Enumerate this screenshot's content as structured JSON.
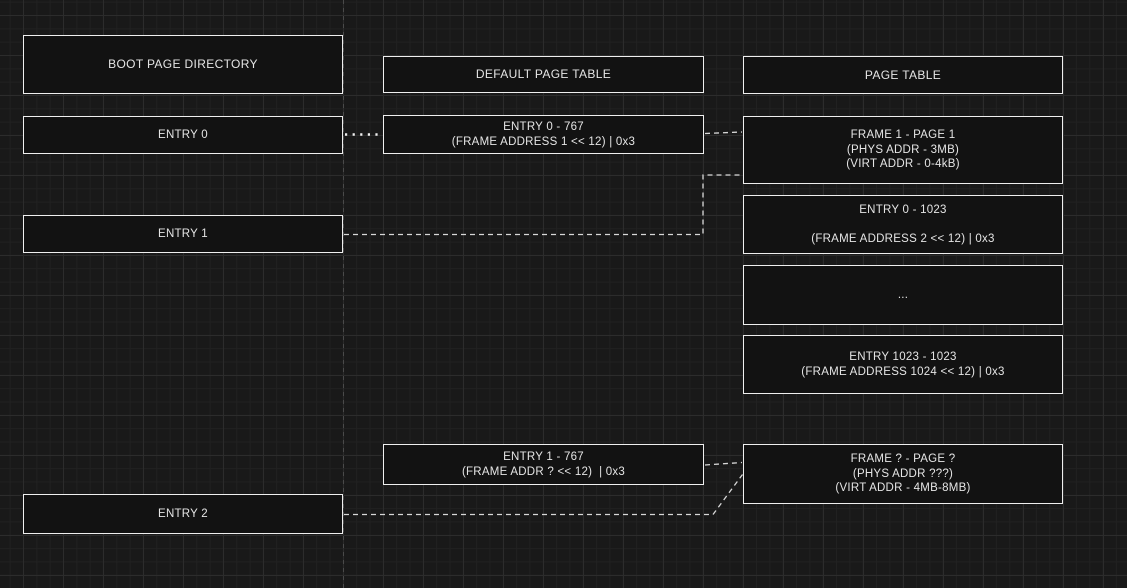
{
  "palette": {
    "background": "#191919",
    "grid_major": "#2c2c2c",
    "grid_minor": "#212121",
    "node_fill": "#121212",
    "node_border": "#efefef",
    "text": "#e5e5e5",
    "connector": "#d8d8d8",
    "guide_line": "#4a4a4a"
  },
  "nodes": {
    "boot_header": {
      "label": "BOOT PAGE DIRECTORY"
    },
    "entry0": {
      "label": "ENTRY 0"
    },
    "entry1": {
      "label": "ENTRY 1"
    },
    "entry2": {
      "label": "ENTRY 2"
    },
    "default_header": {
      "label": "DEFAULT PAGE TABLE"
    },
    "pt_entry0_767": {
      "label": "ENTRY 0 - 767\n(FRAME ADDRESS 1 << 12) | 0x3"
    },
    "pt_entry1_767": {
      "label": "ENTRY 1 - 767\n(FRAME ADDR ? << 12)  | 0x3"
    },
    "pagetable_header": {
      "label": "PAGE TABLE"
    },
    "frame1": {
      "label": "FRAME 1 - PAGE 1\n(PHYS ADDR - 3MB)\n(VIRT ADDR - 0-4kB)"
    },
    "entry0_1023": {
      "label": "ENTRY 0 - 1023\n\n(FRAME ADDRESS 2 << 12) | 0x3"
    },
    "ellipsis": {
      "label": "..."
    },
    "entry1023_1023": {
      "label": "ENTRY 1023 - 1023\n(FRAME ADDRESS 1024 << 12) | 0x3"
    },
    "frame_q": {
      "label": "FRAME ? - PAGE ?\n(PHYS ADDR ???)\n(VIRT ADDR - 4MB-8MB)"
    }
  },
  "edges": [
    {
      "from": "entry0",
      "to": "pt_entry0_767",
      "style": "dotted"
    },
    {
      "from": "pt_entry0_767",
      "to": "frame1",
      "style": "dashed"
    },
    {
      "from": "entry1",
      "to": "frame1",
      "style": "dashed"
    },
    {
      "from": "pt_entry1_767",
      "to": "frame_q",
      "style": "dashed"
    },
    {
      "from": "entry2",
      "to": "frame_q",
      "style": "dashed"
    }
  ]
}
